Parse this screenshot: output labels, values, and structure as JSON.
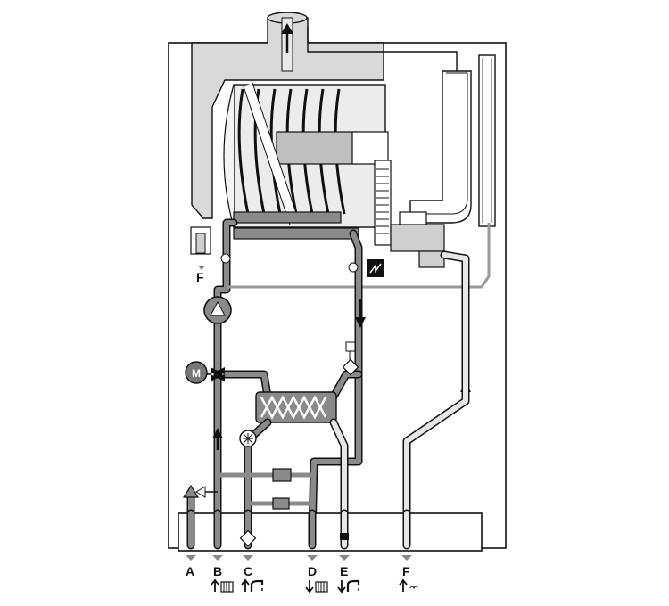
{
  "diagram": {
    "connections": [
      {
        "letter": "A",
        "icon": "safety-valve-outlet-icon"
      },
      {
        "letter": "B",
        "icon": "heating-flow-radiator-icon"
      },
      {
        "letter": "C",
        "icon": "hot-water-tap-icon"
      },
      {
        "letter": "D",
        "icon": "heating-return-radiator-icon"
      },
      {
        "letter": "E",
        "icon": "cold-water-tap-icon"
      },
      {
        "letter": "F",
        "icon": "gas-supply-icon"
      }
    ],
    "drain_label": "F",
    "components": {
      "pump_icon": "pump-icon",
      "motor_label": "M",
      "motor_icon": "diverter-motor-icon",
      "spark_icon": "ignition-spark-icon"
    },
    "colors": {
      "heating_water": "#8a8a8a",
      "cold_water": "#e6e6e6",
      "flue": "#d9d9d9",
      "outline": "#111111"
    }
  }
}
